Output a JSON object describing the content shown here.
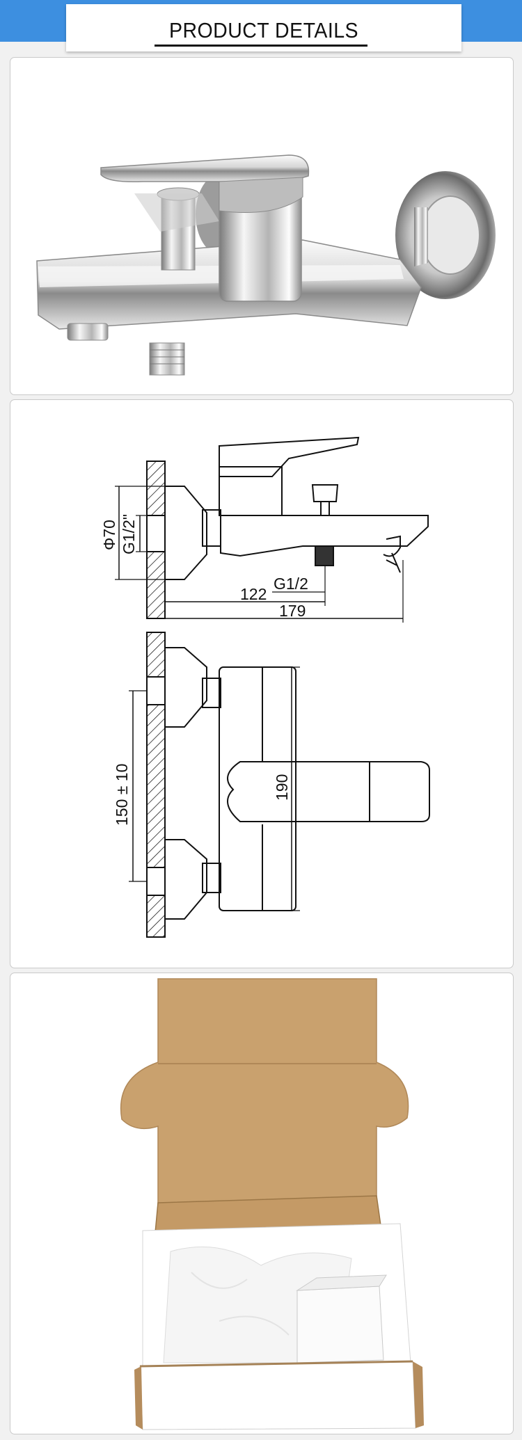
{
  "header": {
    "title": "PRODUCT DETAILS"
  },
  "drawing": {
    "diameter_label": "Φ70",
    "thread_inlet_label": "G1/2\"",
    "thread_outlet_label": "G1/2",
    "depth_outlet_label": "122",
    "depth_total_label": "179",
    "center_distance_label": "150 ± 10",
    "body_height_label": "190"
  },
  "colors": {
    "header_band": "#3d8fe0",
    "cardboard": "#c9a16e",
    "chrome_light": "#f4f4f4",
    "chrome_dark": "#6e6e6e"
  }
}
